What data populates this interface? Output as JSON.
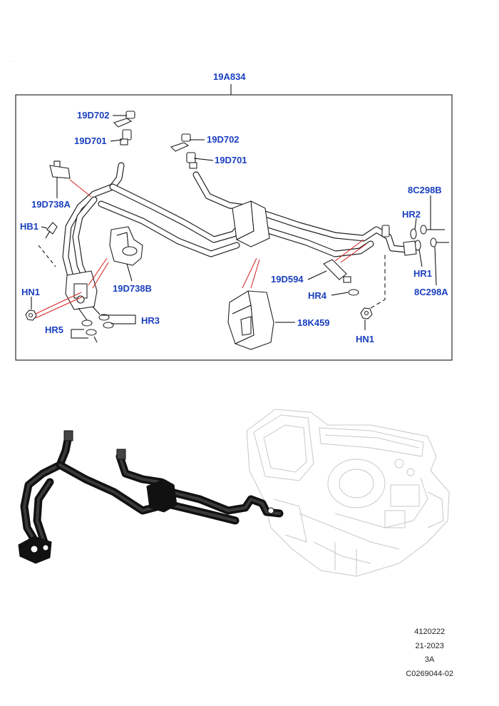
{
  "labels": {
    "assembly": "19A834",
    "c_19D702_a": "19D702",
    "c_19D701_a": "19D701",
    "c_19D702_b": "19D702",
    "c_19D701_b": "19D701",
    "c_19D738A": "19D738A",
    "c_HB1": "HB1",
    "c_19D738B": "19D738B",
    "c_HN1_left": "HN1",
    "c_HR5": "HR5",
    "c_HR3": "HR3",
    "c_8C298B": "8C298B",
    "c_HR2": "HR2",
    "c_HR1": "HR1",
    "c_8C298A": "8C298A",
    "c_19D594": "19D594",
    "c_HR4": "HR4",
    "c_18K459": "18K459",
    "c_HN1_right": "HN1"
  },
  "footer": {
    "line1": "4120222",
    "line2": "21-2023",
    "line3": "3A",
    "line4": "C0269044-02"
  },
  "colors": {
    "callout": "#1a3fbf",
    "leader_red": "#d42020",
    "outline": "#222222",
    "ghost_unit": "#c8c8c8"
  }
}
